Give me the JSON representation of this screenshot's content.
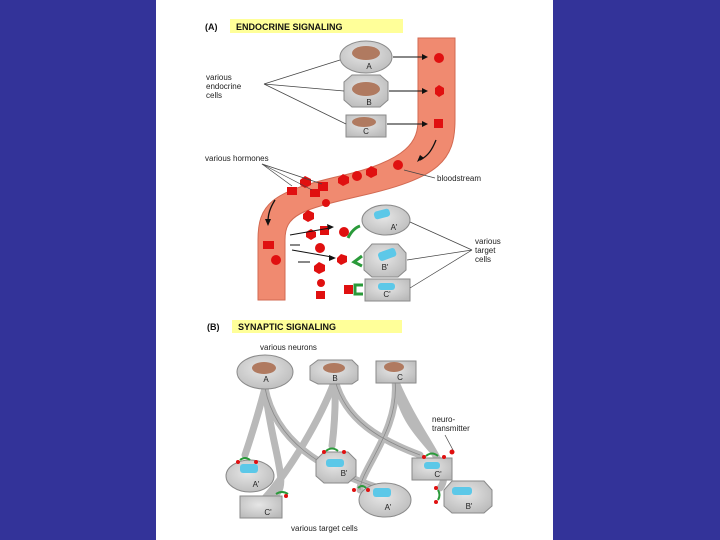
{
  "section_a": {
    "letter": "(A)",
    "title": "ENDOCRINE SIGNALING",
    "endocrine_label": [
      "various",
      "endocrine",
      "cells"
    ],
    "hormones_label": "various hormones",
    "bloodstream_label": "bloodstream",
    "target_label": [
      "various",
      "target",
      "cells"
    ],
    "source_cells": [
      "A",
      "B",
      "C"
    ],
    "target_cells": [
      "A'",
      "B'",
      "C'"
    ]
  },
  "section_b": {
    "letter": "(B)",
    "title": "SYNAPTIC SIGNALING",
    "neurons_label": "various neurons",
    "neurotransmitter_label": [
      "neuro-",
      "transmitter"
    ],
    "targets_label": "various target cells",
    "neurons": [
      "A",
      "B",
      "C"
    ],
    "target_cells": [
      "A'",
      "B'",
      "C'",
      "C'",
      "A'",
      "B'"
    ]
  },
  "colors": {
    "slide_background": "#333399",
    "panel": "#ffffff",
    "title_highlight": "#ffff99",
    "bloodstream": "#f08a70",
    "hormone": "#e01010",
    "nucleus_source": "#b07a60",
    "nucleus_target": "#5cc8e8",
    "cell_fill": "#d5d5d5",
    "receptor": "#2a9a3a"
  }
}
